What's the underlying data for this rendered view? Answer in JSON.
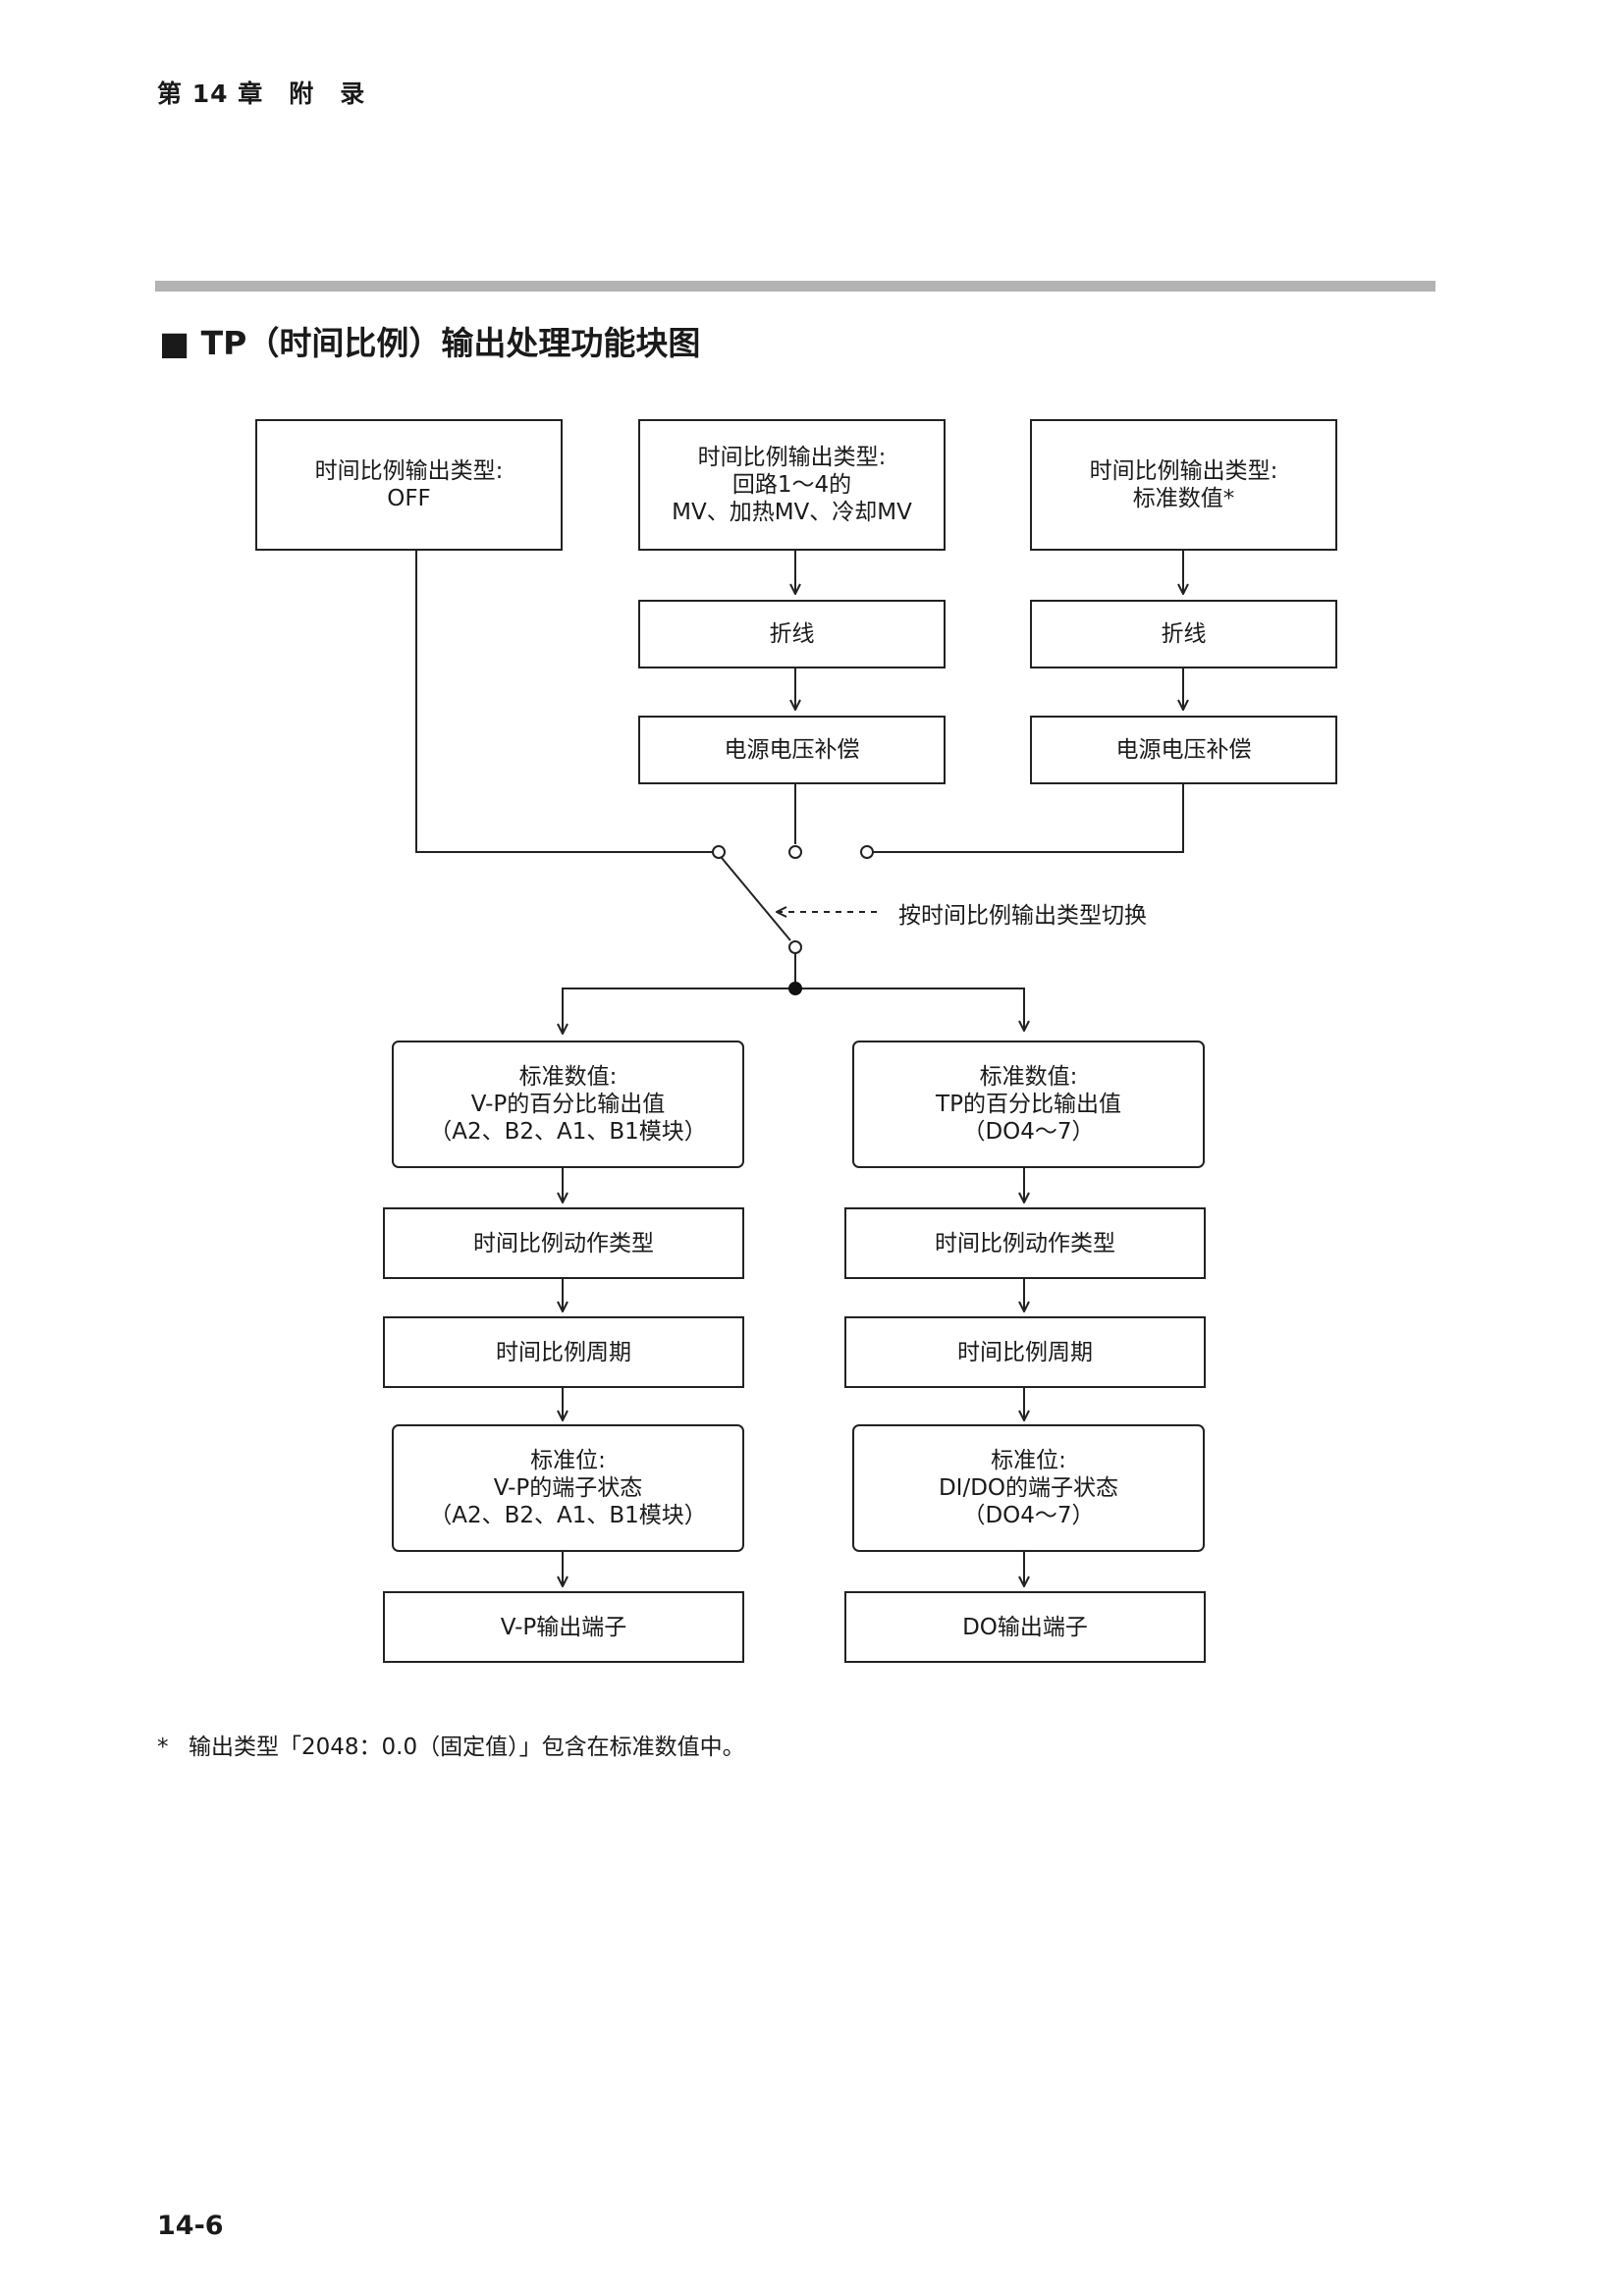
{
  "header": {
    "chapter": "第 14 章　附　录"
  },
  "section": {
    "title": "■ TP（时间比例）输出处理功能块图"
  },
  "diagram": {
    "sources": [
      {
        "lines": [
          "时间比例输出类型:",
          "OFF"
        ]
      },
      {
        "lines": [
          "时间比例输出类型:",
          "回路1～4的",
          "MV、加热MV、冷却MV"
        ]
      },
      {
        "lines": [
          "时间比例输出类型:",
          "标准数值*"
        ]
      }
    ],
    "mv_chain": [
      "折线",
      "电源电压补偿"
    ],
    "std_chain": [
      "折线",
      "电源电压补偿"
    ],
    "switch_label": "按时间比例输出类型切换",
    "left_branch": [
      {
        "lines": [
          "标准数值:",
          "V-P的百分比输出值",
          "（A2、B2、A1、B1模块）"
        ]
      },
      {
        "lines": [
          "时间比例动作类型"
        ]
      },
      {
        "lines": [
          "时间比例周期"
        ]
      },
      {
        "lines": [
          "标准位:",
          "V-P的端子状态",
          "（A2、B2、A1、B1模块）"
        ]
      },
      {
        "lines": [
          "V-P输出端子"
        ]
      }
    ],
    "right_branch": [
      {
        "lines": [
          "标准数值:",
          "TP的百分比输出值",
          "（DO4～7）"
        ]
      },
      {
        "lines": [
          "时间比例动作类型"
        ]
      },
      {
        "lines": [
          "时间比例周期"
        ]
      },
      {
        "lines": [
          "标准位:",
          "DI/DO的端子状态",
          "（DO4～7）"
        ]
      },
      {
        "lines": [
          "DO输出端子"
        ]
      }
    ]
  },
  "footnote": {
    "mark": "*",
    "text": "输出类型「2048：0.0（固定值）」包含在标准数值中。"
  },
  "page_number": "14-6"
}
